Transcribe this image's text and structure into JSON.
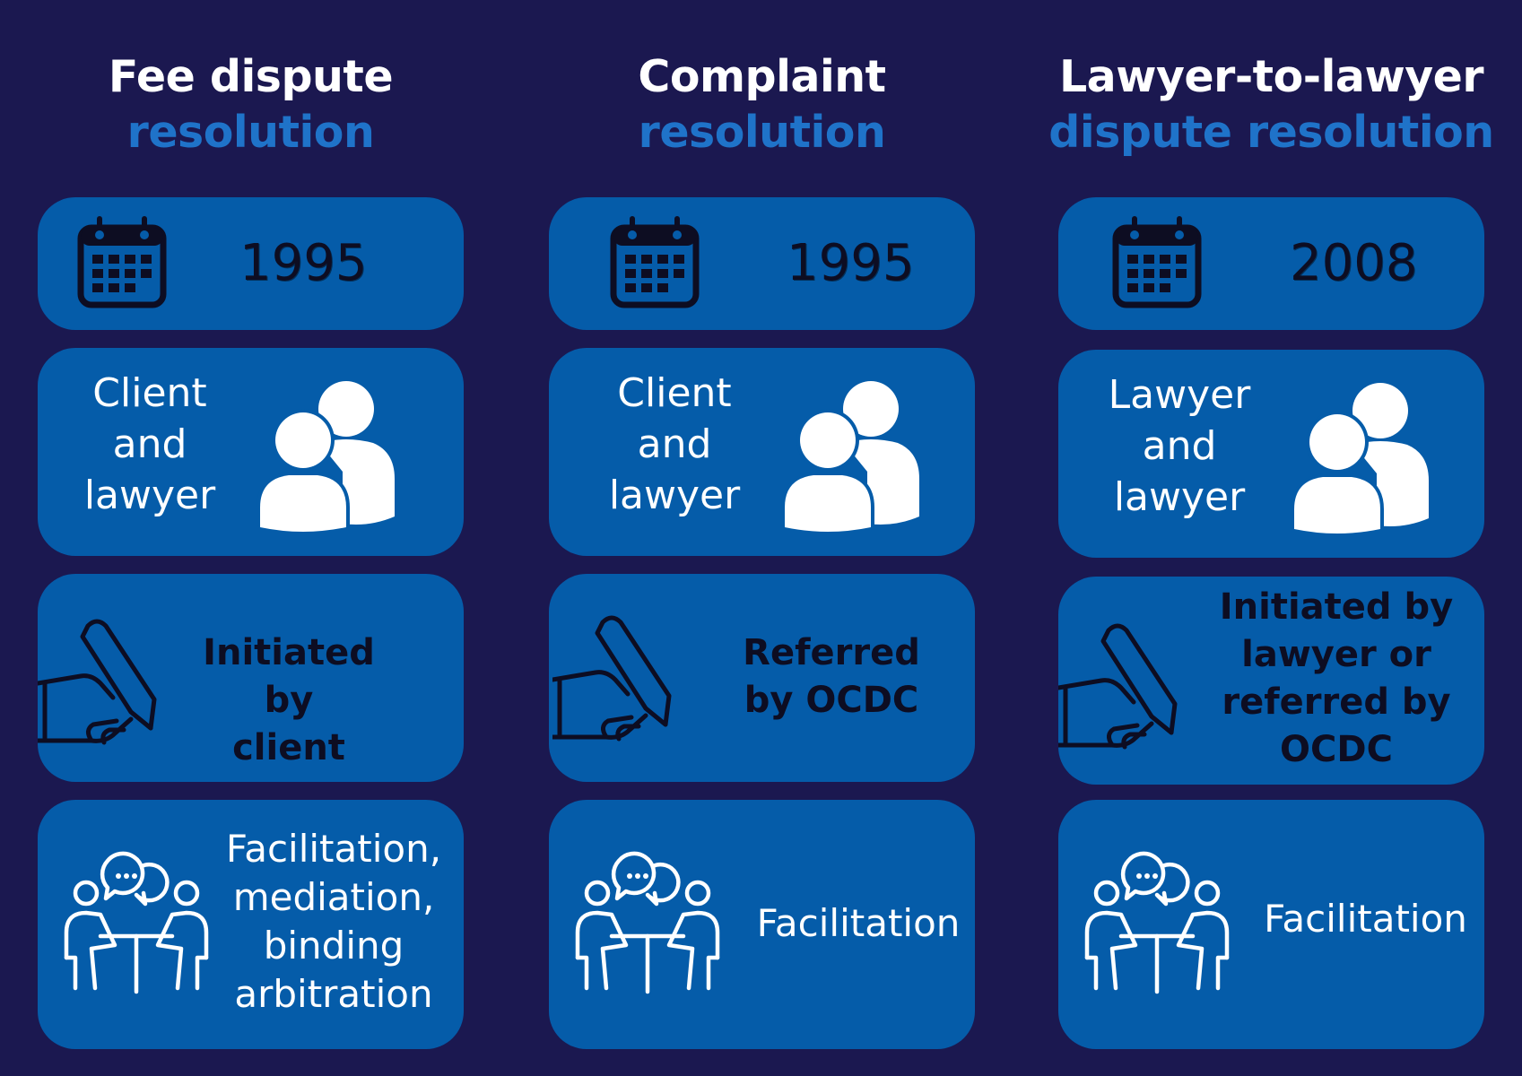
{
  "columns": [
    {
      "title_line1": "Fee dispute",
      "title_line2": "resolution",
      "year": "1995",
      "parties": [
        "Client",
        "and",
        "lawyer"
      ],
      "initiation": [
        "Initiated by",
        "client"
      ],
      "methods": [
        "Facilitation,",
        "mediation,",
        "binding",
        "arbitration"
      ]
    },
    {
      "title_line1": "Complaint",
      "title_line2": "resolution",
      "year": "1995",
      "parties": [
        "Client",
        "and",
        "lawyer"
      ],
      "initiation": [
        "Referred",
        "by OCDC"
      ],
      "methods": [
        "Facilitation"
      ]
    },
    {
      "title_line1": "Lawyer-to-lawyer",
      "title_line2": "dispute resolution",
      "year": "2008",
      "parties": [
        "Lawyer",
        "and",
        "lawyer"
      ],
      "initiation": [
        "Initiated by",
        "lawyer or",
        "referred by",
        "OCDC"
      ],
      "methods": [
        "Facilitation"
      ]
    }
  ],
  "icons": {
    "year": "calendar-icon",
    "parties": "users-icon",
    "initiation": "hand-writing-icon",
    "methods": "meeting-icon"
  },
  "colors": {
    "background": "#1b1850",
    "card": "#055ca9",
    "accent_text": "#1f73c9"
  }
}
